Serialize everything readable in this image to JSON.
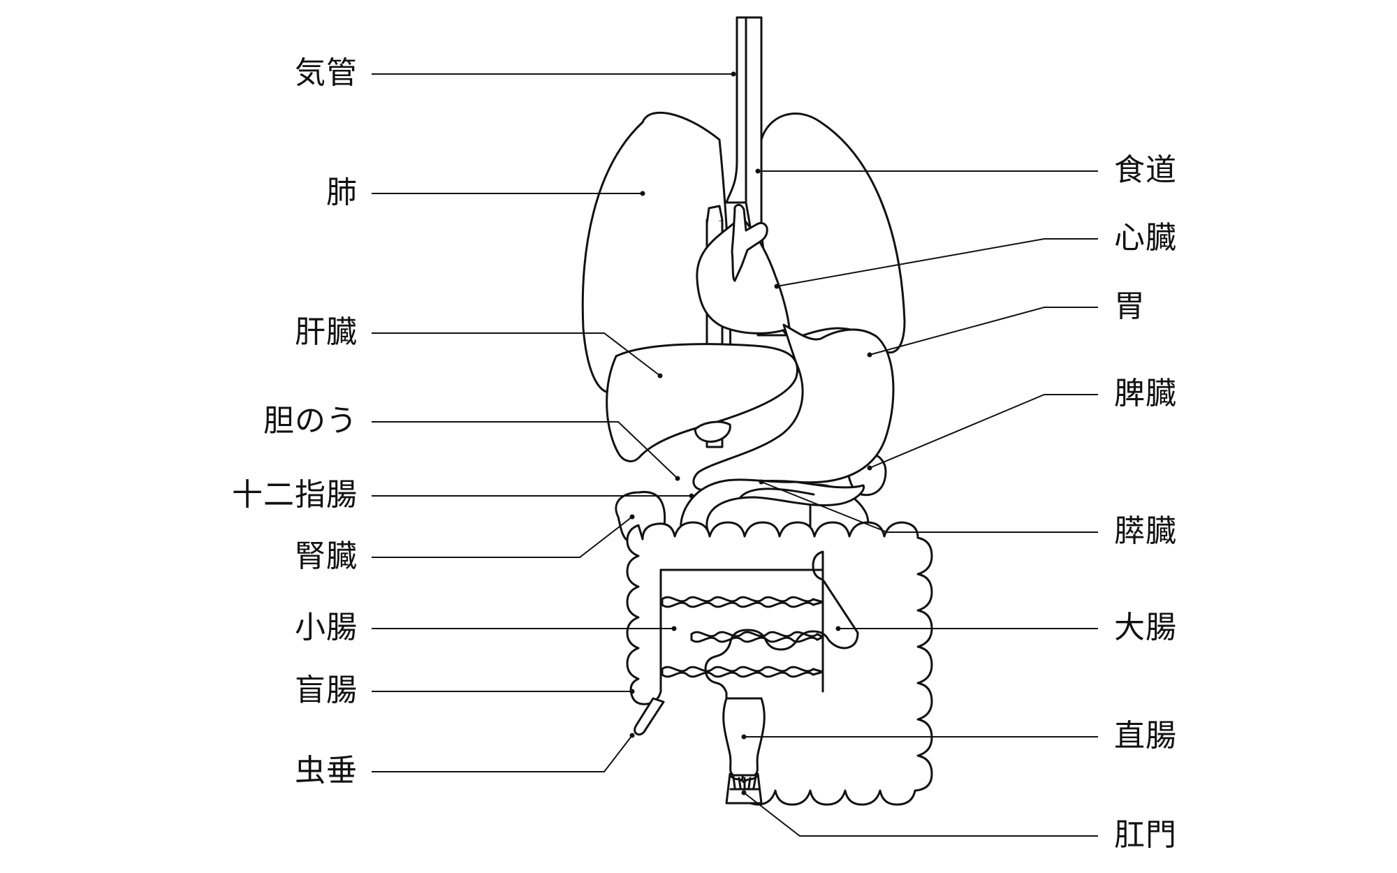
{
  "diagram": {
    "labels_left": [
      {
        "key": "trachea",
        "text": "気管"
      },
      {
        "key": "lung",
        "text": "肺"
      },
      {
        "key": "liver",
        "text": "肝臓"
      },
      {
        "key": "gallbladder",
        "text": "胆のう"
      },
      {
        "key": "duodenum",
        "text": "十二指腸"
      },
      {
        "key": "kidney",
        "text": "腎臓"
      },
      {
        "key": "small_intestine",
        "text": "小腸"
      },
      {
        "key": "cecum",
        "text": "盲腸"
      },
      {
        "key": "appendix",
        "text": "虫垂"
      }
    ],
    "labels_right": [
      {
        "key": "esophagus",
        "text": "食道"
      },
      {
        "key": "heart",
        "text": "心臓"
      },
      {
        "key": "stomach",
        "text": "胃"
      },
      {
        "key": "spleen",
        "text": "脾臓"
      },
      {
        "key": "pancreas",
        "text": "膵臓"
      },
      {
        "key": "large_intestine",
        "text": "大腸"
      },
      {
        "key": "rectum",
        "text": "直腸"
      },
      {
        "key": "anus",
        "text": "肛門"
      }
    ]
  }
}
